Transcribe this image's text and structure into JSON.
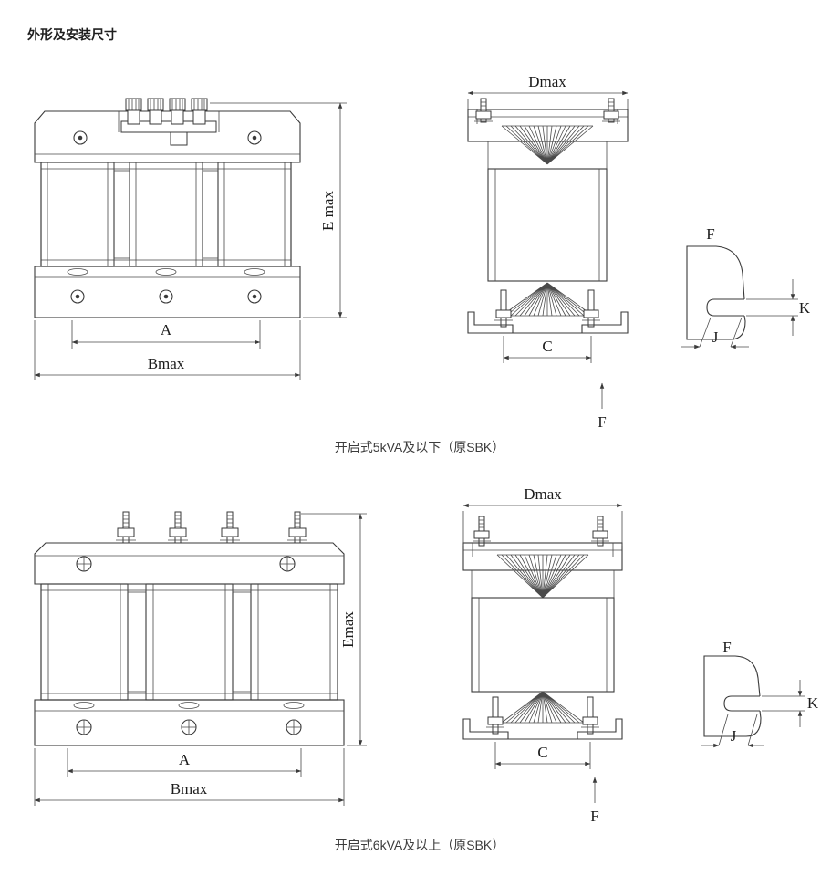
{
  "page": {
    "title": "外形及安装尺寸"
  },
  "figures": [
    {
      "caption": "开启式5kVA及以下（原SBK）",
      "labels": {
        "e": "E max",
        "a": "A",
        "b": "Bmax",
        "d": "Dmax",
        "c": "C",
        "f": "F",
        "k": "K",
        "j": "J"
      }
    },
    {
      "caption": "开启式6kVA及以上（原SBK）",
      "labels": {
        "e": "Emax",
        "a": "A",
        "b": "Bmax",
        "d": "Dmax",
        "c": "C",
        "f": "F",
        "k": "K",
        "j": "J"
      }
    }
  ]
}
